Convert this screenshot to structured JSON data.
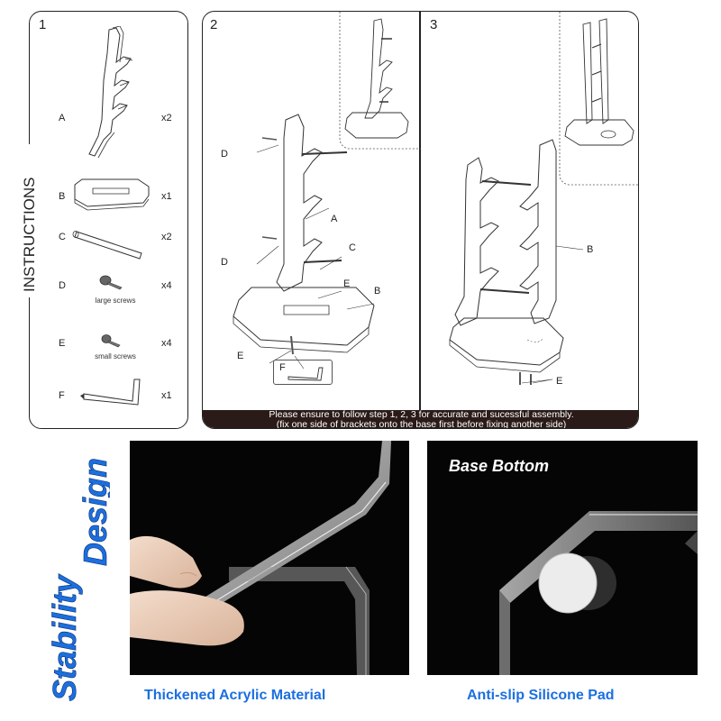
{
  "instructions": {
    "title": "INSTRUCTIONS",
    "step1": {
      "number": "1",
      "parts": [
        {
          "label": "A",
          "qty": "x2"
        },
        {
          "label": "B",
          "qty": "x1"
        },
        {
          "label": "C",
          "qty": "x2"
        },
        {
          "label": "D",
          "qty": "x4",
          "caption": "large screws"
        },
        {
          "label": "E",
          "qty": "x4",
          "caption": "small screws"
        },
        {
          "label": "F",
          "qty": "x1"
        }
      ]
    },
    "step2": {
      "number": "2",
      "callouts": [
        "D",
        "A",
        "C",
        "D",
        "E",
        "B",
        "E",
        "F"
      ]
    },
    "step3": {
      "number": "3",
      "callouts": [
        "B",
        "E"
      ]
    },
    "notice_line1": "Please ensure to follow step 1, 2, 3 for accurate and sucessful assembly.",
    "notice_line2": "(fix one side of brackets onto the base first before fixing another side)"
  },
  "features": {
    "side_title_word1": "Stability",
    "side_title_word2": "Design",
    "photo1_caption": "Thickened Acrylic Material",
    "photo2_title": "Base Bottom",
    "photo2_caption": "Anti-slip Silicone Pad"
  },
  "colors": {
    "accent_blue": "#1b6fe0",
    "banner_bg": "#2a1b18"
  }
}
